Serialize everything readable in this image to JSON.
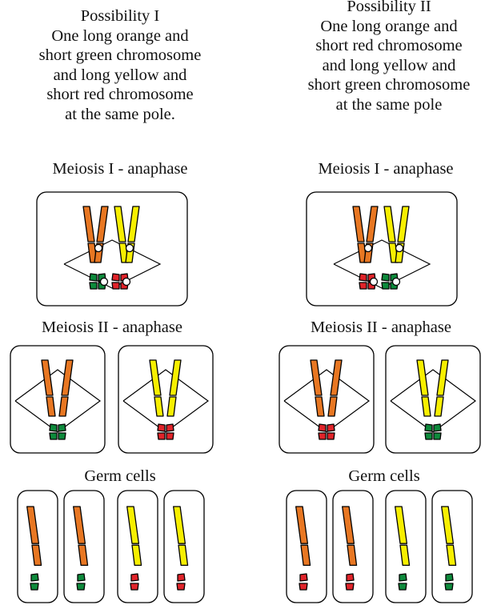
{
  "possibility_1": {
    "title": "Possibility I",
    "lines": [
      "One long orange and",
      "short green chromosome",
      "and long yellow and",
      "short red chromosome",
      "at the same pole."
    ]
  },
  "possibility_2": {
    "title": "Possibility II",
    "lines": [
      "One long orange and",
      "short red chromosome",
      "and long yellow and",
      "short green chromosome",
      "at the same pole"
    ]
  },
  "stages": {
    "meiosis_1": "Meiosis I - anaphase",
    "meiosis_2": "Meiosis II - anaphase",
    "germ_cells": "Germ cells"
  },
  "colors": {
    "orange": "#e87722",
    "yellow": "#f7ef00",
    "green": "#0e8a3c",
    "red": "#e0242a",
    "outline": "#000000"
  }
}
